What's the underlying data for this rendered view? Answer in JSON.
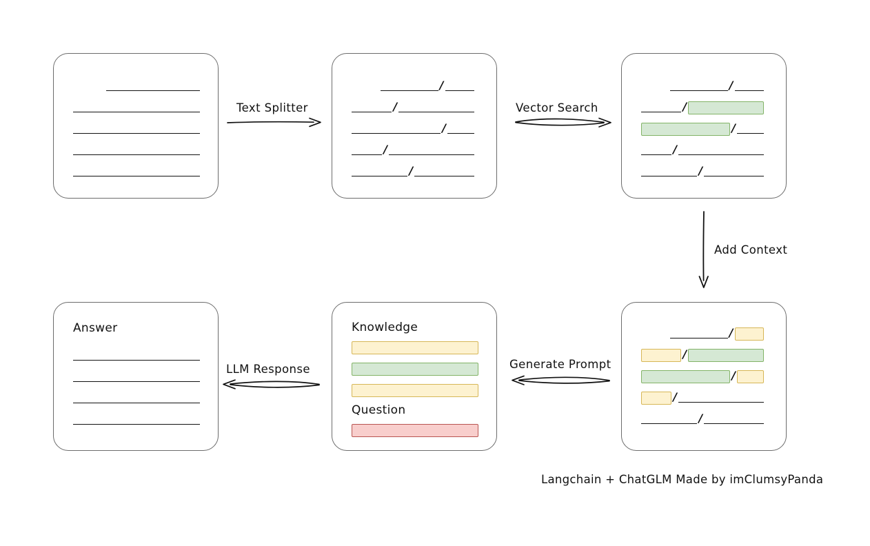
{
  "diagram": {
    "title_note": "Langchain + ChatGLM Made by imClumsyPanda",
    "colors": {
      "box_border": "#6b6b6b",
      "text": "#111111",
      "highlight_green_fill": "#d5e8d4",
      "highlight_green_border": "#82b366",
      "highlight_yellow_fill": "#fdf2d0",
      "highlight_yellow_border": "#d6b656",
      "highlight_red_fill": "#f8cecc",
      "highlight_red_border": "#b85450"
    }
  },
  "nodes": {
    "source_document": {
      "name": "source-document",
      "title": "",
      "lines": [
        [
          {
            "type": "gap",
            "w": 26
          },
          {
            "type": "line",
            "w": 74
          }
        ],
        [
          {
            "type": "line",
            "w": 100
          }
        ],
        [
          {
            "type": "line",
            "w": 100
          }
        ],
        [
          {
            "type": "line",
            "w": 100
          }
        ],
        [
          {
            "type": "line",
            "w": 100
          }
        ]
      ]
    },
    "split_document": {
      "name": "split-document",
      "title": "",
      "lines": [
        [
          {
            "type": "gap",
            "w": 24
          },
          {
            "type": "line",
            "w": 47
          },
          {
            "type": "slash"
          },
          {
            "type": "line",
            "w": 24
          }
        ],
        [
          {
            "type": "line",
            "w": 33
          },
          {
            "type": "slash"
          },
          {
            "type": "line",
            "w": 62
          }
        ],
        [
          {
            "type": "line",
            "w": 73
          },
          {
            "type": "slash"
          },
          {
            "type": "line",
            "w": 22
          }
        ],
        [
          {
            "type": "line",
            "w": 25
          },
          {
            "type": "slash"
          },
          {
            "type": "line",
            "w": 70
          }
        ],
        [
          {
            "type": "line",
            "w": 46
          },
          {
            "type": "slash"
          },
          {
            "type": "line",
            "w": 49
          }
        ]
      ]
    },
    "vector_matched_document": {
      "name": "vector-matched-document",
      "title": "",
      "lines": [
        [
          {
            "type": "gap",
            "w": 24
          },
          {
            "type": "line",
            "w": 47
          },
          {
            "type": "slash"
          },
          {
            "type": "line",
            "w": 24
          }
        ],
        [
          {
            "type": "line",
            "w": 33
          },
          {
            "type": "slash"
          },
          {
            "type": "hl",
            "color": "green",
            "w": 62
          }
        ],
        [
          {
            "type": "hl",
            "color": "green",
            "w": 73
          },
          {
            "type": "slash"
          },
          {
            "type": "line",
            "w": 22
          }
        ],
        [
          {
            "type": "line",
            "w": 25
          },
          {
            "type": "slash"
          },
          {
            "type": "line",
            "w": 70
          }
        ],
        [
          {
            "type": "line",
            "w": 46
          },
          {
            "type": "slash"
          },
          {
            "type": "line",
            "w": 49
          }
        ]
      ]
    },
    "context_document": {
      "name": "context-document",
      "title": "",
      "lines": [
        [
          {
            "type": "gap",
            "w": 24
          },
          {
            "type": "line",
            "w": 47
          },
          {
            "type": "slash"
          },
          {
            "type": "hl",
            "color": "yellow",
            "w": 24
          }
        ],
        [
          {
            "type": "hl",
            "color": "yellow",
            "w": 33
          },
          {
            "type": "slash"
          },
          {
            "type": "hl",
            "color": "green",
            "w": 62
          }
        ],
        [
          {
            "type": "hl",
            "color": "green",
            "w": 73
          },
          {
            "type": "slash"
          },
          {
            "type": "hl",
            "color": "yellow",
            "w": 22
          }
        ],
        [
          {
            "type": "hl",
            "color": "yellow",
            "w": 25
          },
          {
            "type": "slash"
          },
          {
            "type": "line",
            "w": 70
          }
        ],
        [
          {
            "type": "line",
            "w": 46
          },
          {
            "type": "slash"
          },
          {
            "type": "line",
            "w": 49
          }
        ]
      ]
    },
    "prompt": {
      "name": "prompt-box",
      "knowledge_title": "Knowledge",
      "question_title": "Question",
      "knowledge_bars": [
        {
          "color": "yellow"
        },
        {
          "color": "green"
        },
        {
          "color": "yellow"
        }
      ],
      "question_bars": [
        {
          "color": "red"
        }
      ]
    },
    "answer": {
      "name": "answer-box",
      "title": "Answer",
      "lines": [
        [
          {
            "type": "line",
            "w": 100
          }
        ],
        [
          {
            "type": "line",
            "w": 100
          }
        ],
        [
          {
            "type": "line",
            "w": 100
          }
        ],
        [
          {
            "type": "line",
            "w": 100
          }
        ]
      ]
    }
  },
  "edges": [
    {
      "name": "edge-text-splitter",
      "label": "Text Splitter",
      "direction": "right"
    },
    {
      "name": "edge-vector-search",
      "label": "Vector Search",
      "direction": "right"
    },
    {
      "name": "edge-add-context",
      "label": "Add Context",
      "direction": "down"
    },
    {
      "name": "edge-generate-prompt",
      "label": "Generate Prompt",
      "direction": "left"
    },
    {
      "name": "edge-llm-response",
      "label": "LLM Response",
      "direction": "left"
    }
  ]
}
